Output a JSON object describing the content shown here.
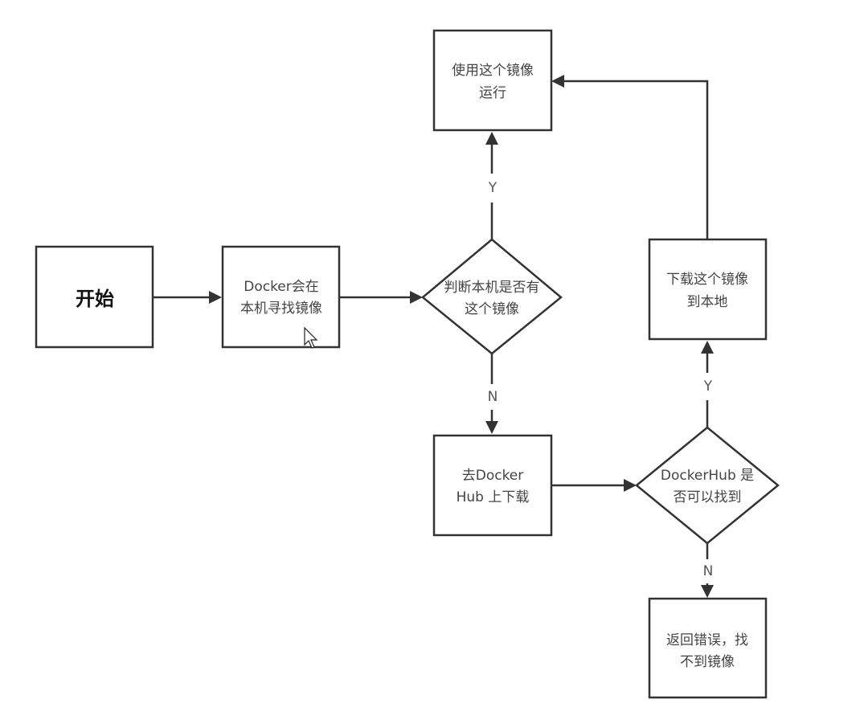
{
  "diagram": {
    "nodes": {
      "start": {
        "lines": [
          "开始"
        ]
      },
      "search": {
        "lines": [
          "Docker会在",
          "本机寻找镜像"
        ]
      },
      "check": {
        "lines": [
          "判断本机是否有",
          "这个镜像"
        ]
      },
      "run": {
        "lines": [
          "使用这个镜像",
          "运行"
        ]
      },
      "pull": {
        "lines": [
          "去Docker",
          "Hub 上下载"
        ]
      },
      "hubcheck": {
        "lines": [
          "DockerHub 是",
          "否可以找到"
        ]
      },
      "download": {
        "lines": [
          "下载这个镜像",
          "到本地"
        ]
      },
      "error": {
        "lines": [
          "返回错误，找",
          "不到镜像"
        ]
      }
    },
    "edge_labels": {
      "check_yes": "Y",
      "check_no": "N",
      "hub_yes": "Y",
      "hub_no": "N"
    }
  }
}
